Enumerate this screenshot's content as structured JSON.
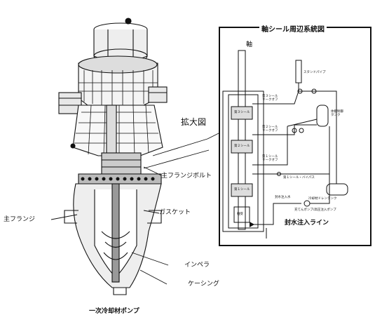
{
  "title": "一次冷却材ポンプ",
  "pump_labels": {
    "zoom": "拡大図",
    "main_flange_bolt": "主フランジボルト",
    "gasket": "ガスケット",
    "main_flange": "主フランジ",
    "impeller": "インペラ",
    "casing": "ケーシング"
  },
  "seal_panel": {
    "title": "軸シール周辺系統図",
    "shaft": "軸",
    "stand_pipe": "スタンドパイプ",
    "seal3_leakoff": "第３シール\nリークオフ",
    "seal3": "第３シール",
    "seal2_leakoff": "第２シール\nリークオフ",
    "seal2": "第２シール",
    "seal1_leakoff": "第１シール\nリークオフ",
    "seal1": "第１シール",
    "seal1_bypass": "第１シール・バイパス",
    "bearing": "軸受",
    "seal_water_injection": "封水注入水",
    "vct": "体積制御\nタンク",
    "drain_tank": "冷却材ドレンタンク",
    "charging_pump": "充てんポンプ/高圧注入ポンプ",
    "injection_line": "封水注入ライン"
  },
  "colors": {
    "ink": "#111111",
    "paper": "#ffffff"
  }
}
